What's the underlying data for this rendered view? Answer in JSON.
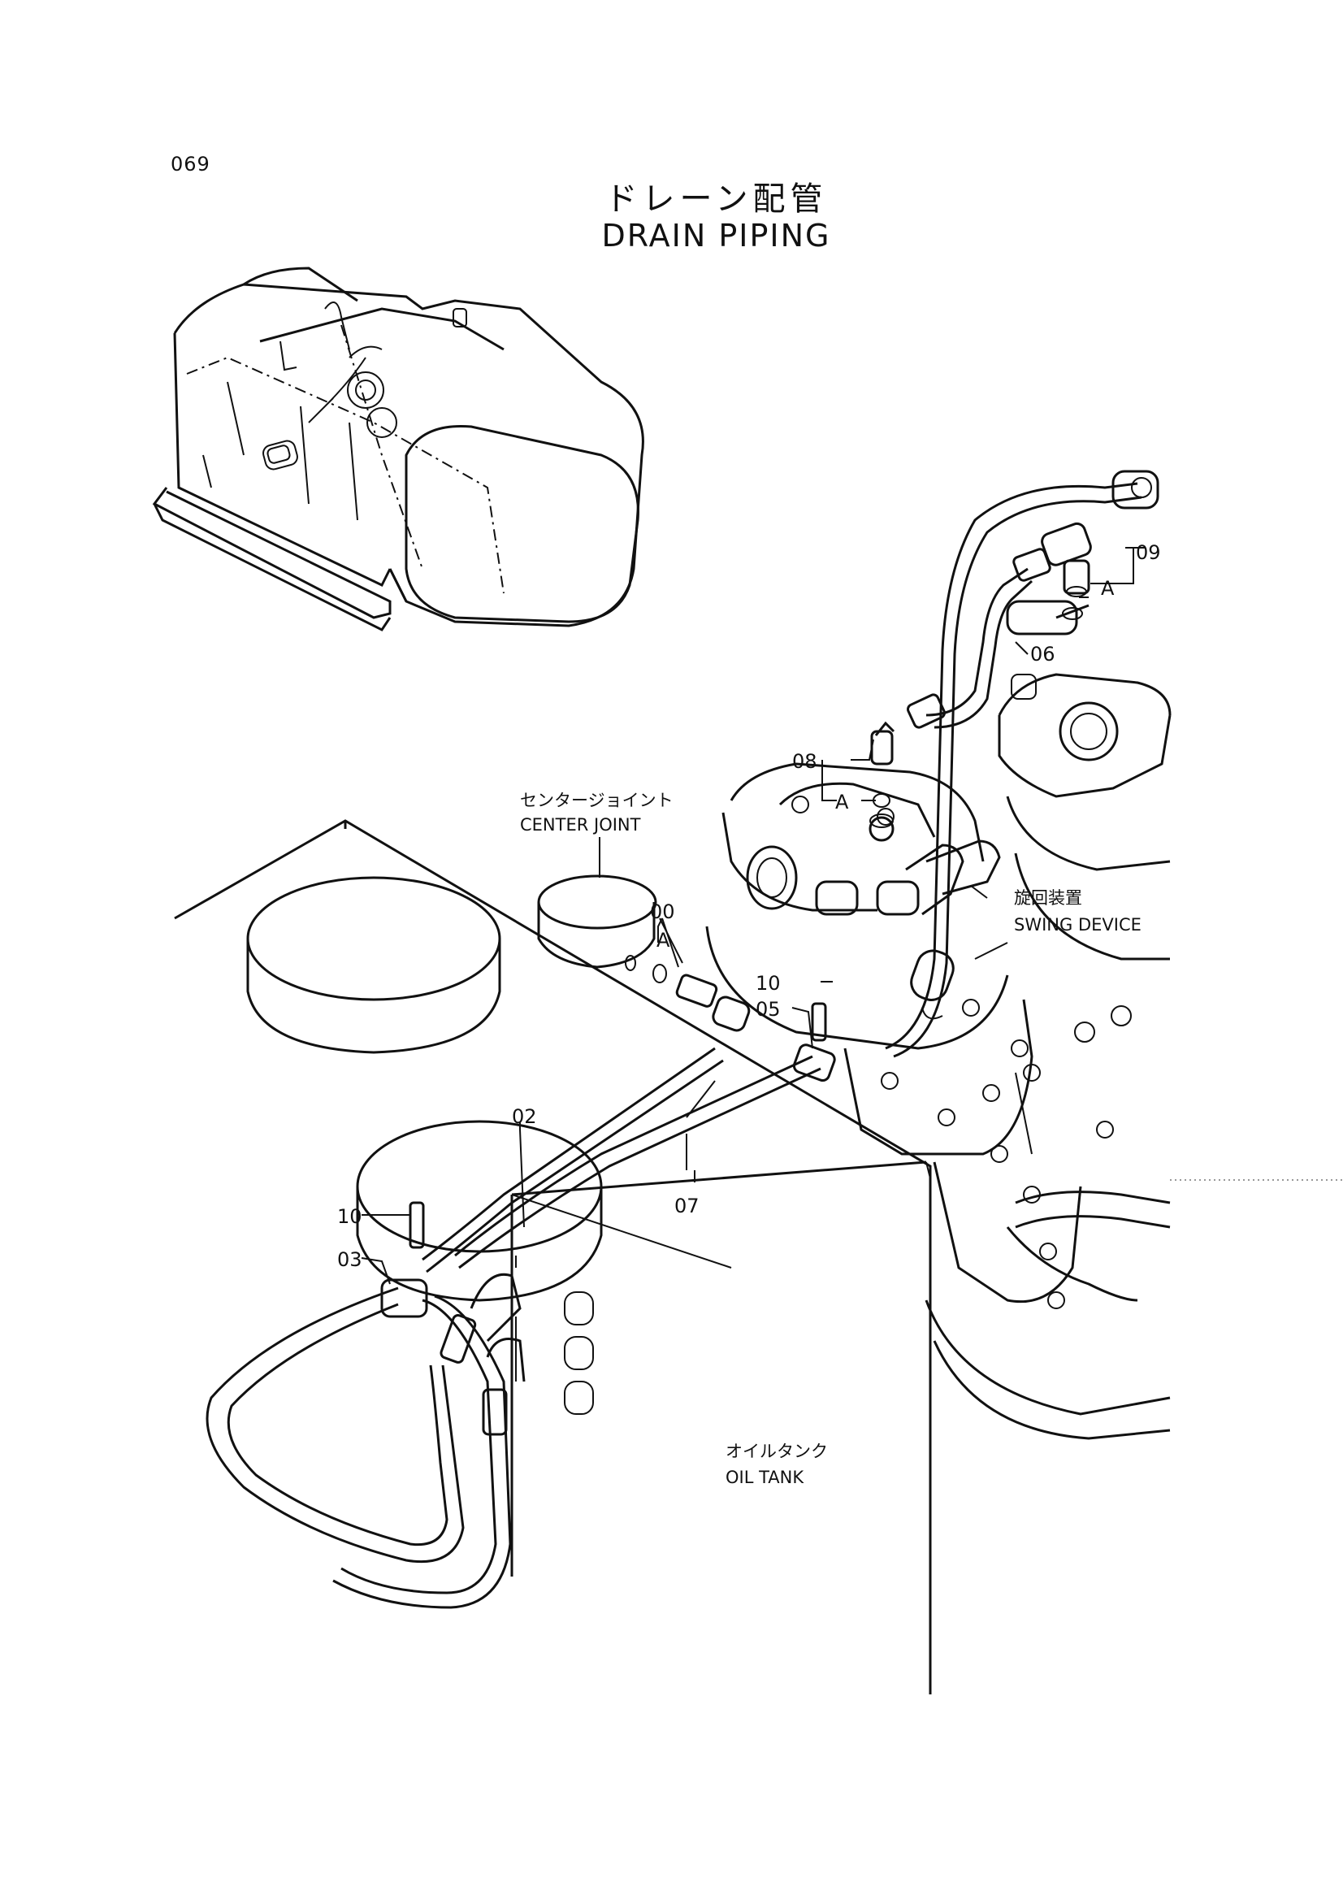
{
  "page_number": "069",
  "title_jp": "ドレーン配管",
  "title_en": "DRAIN PIPING",
  "labels": {
    "center_joint_jp": "センタージョイント",
    "center_joint_en": "CENTER JOINT",
    "swing_device_jp": "旋回装置",
    "swing_device_en": "SWING DEVICE",
    "oil_tank_jp": "オイルタンク",
    "oil_tank_en": "OIL TANK"
  },
  "callouts": {
    "p00": "00",
    "p02": "02",
    "p03": "03",
    "p05": "05",
    "p06": "06",
    "p07": "07",
    "p08": "08",
    "p09": "09",
    "p10a": "10",
    "p10b": "10",
    "detail_a1": "A",
    "detail_a2": "A",
    "detail_a3": "A"
  }
}
